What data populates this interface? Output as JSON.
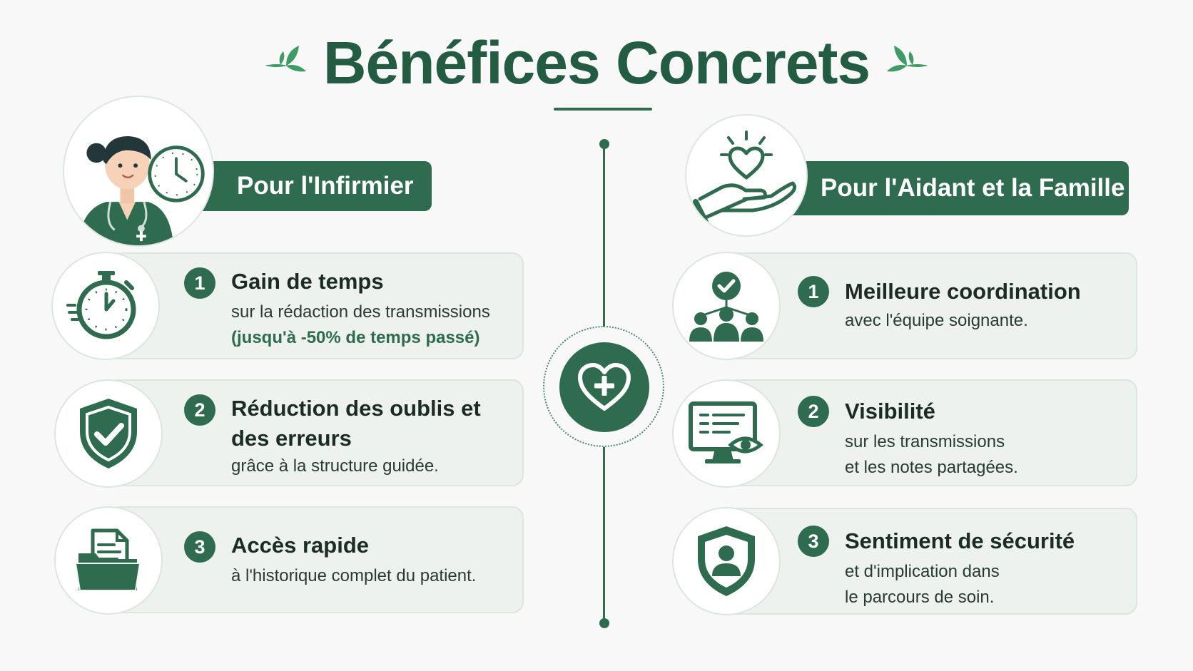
{
  "header": {
    "title": "Bénéfices Concrets"
  },
  "colors": {
    "primary": "#2e6b4f",
    "card_bg": "#edf2ee",
    "leaf": "#3f9a63"
  },
  "left": {
    "heading": "Pour l'Infirmier",
    "items": [
      {
        "number": "1",
        "title": "Gain de temps",
        "desc": "sur la rédaction des transmissions",
        "highlight": "(jusqu'à -50% de temps passé)",
        "icon": "stopwatch-icon"
      },
      {
        "number": "2",
        "title_line1": "Réduction des oublis et",
        "title_line2": "des erreurs",
        "desc": "grâce à la structure guidée.",
        "icon": "shield-check-icon"
      },
      {
        "number": "3",
        "title": "Accès rapide",
        "desc": "à l'historique complet du patient.",
        "icon": "folder-document-icon"
      }
    ]
  },
  "right": {
    "heading": "Pour l'Aidant et la Famille",
    "items": [
      {
        "number": "1",
        "title": "Meilleure coordination",
        "desc": "avec l'équipe soignante.",
        "icon": "team-check-icon"
      },
      {
        "number": "2",
        "title": "Visibilité",
        "desc_line1": "sur les transmissions",
        "desc_line2": "et les notes partagées.",
        "icon": "monitor-eye-icon"
      },
      {
        "number": "3",
        "title": "Sentiment de sécurité",
        "desc_line1": "et d'implication dans",
        "desc_line2": "le parcours de soin.",
        "icon": "shield-person-icon"
      }
    ]
  }
}
